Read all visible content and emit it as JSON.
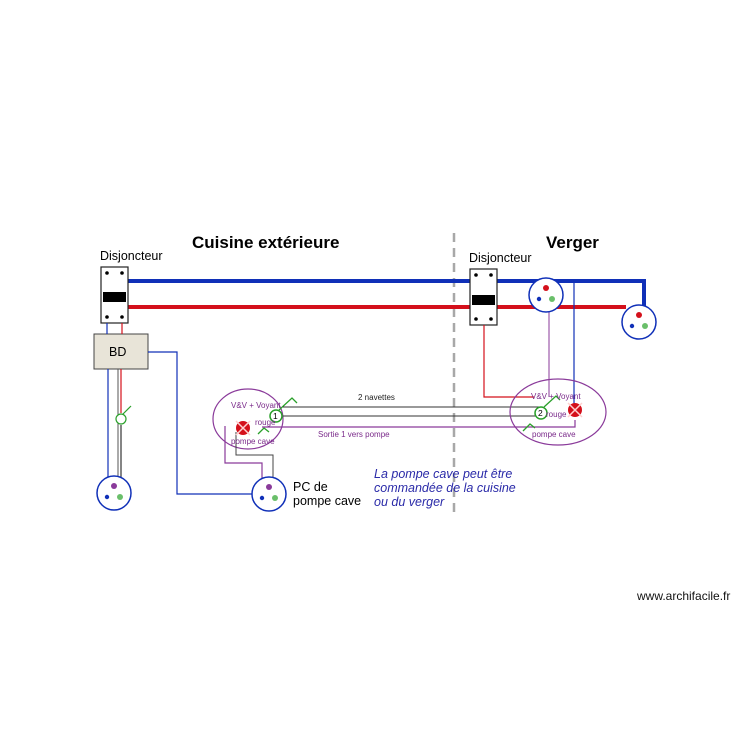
{
  "titles": {
    "left": "Cuisine extérieure",
    "right": "Verger"
  },
  "breakers": {
    "left_label": "Disjoncteur",
    "right_label": "Disjoncteur"
  },
  "bd_box": {
    "label": "BD"
  },
  "switch_left": {
    "vv_label": "V&V + Voyant",
    "rouge": "rouge",
    "pompe_cave": "pompe cave",
    "number": "1"
  },
  "switch_right": {
    "vv_label": "V&V + Voyant",
    "rouge": "rouge",
    "pompe_cave": "pompe cave",
    "number": "2"
  },
  "wires": {
    "navettes": "2 navettes",
    "sortie": "Sortie 1 vers pompe"
  },
  "pc_label": {
    "line1": "PC de",
    "line2": "pompe cave"
  },
  "note": {
    "line1": "La pompe cave peut être",
    "line2": "commandée de la cuisine",
    "line3": "ou du verger"
  },
  "watermark": "www.archifacile.fr",
  "colors": {
    "phase": "#d4101b",
    "neutral": "#1030b8",
    "purple": "#8a3a9a",
    "green": "#2aa02a",
    "divider": "#a8a8a8"
  }
}
